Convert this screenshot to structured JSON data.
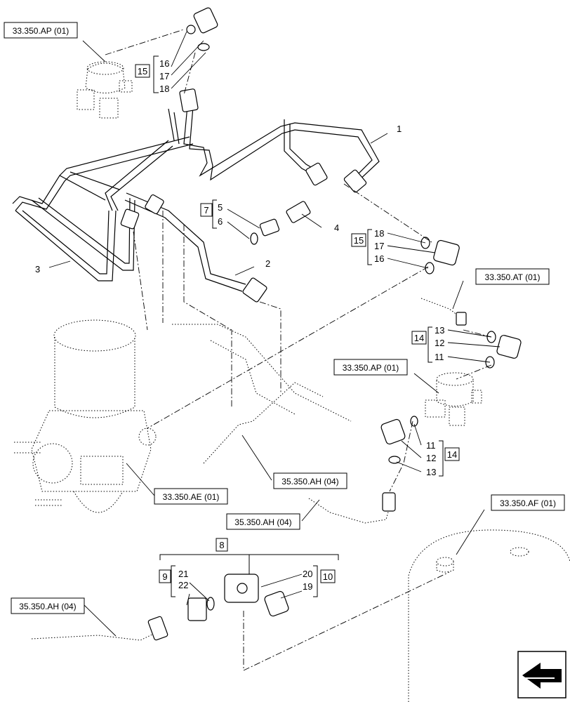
{
  "refs": {
    "ap_top": "33.350.AP (01)",
    "at": "33.350.AT (01)",
    "ap_mid": "33.350.AP (01)",
    "ae": "33.350.AE (01)",
    "ah_a": "35.350.AH (04)",
    "ah_b": "35.350.AH (04)",
    "af": "33.350.AF (01)",
    "ah_c": "35.350.AH (04)"
  },
  "parts": {
    "p1": "1",
    "p2": "2",
    "p3": "3",
    "p4": "4",
    "p5": "5",
    "p6": "6",
    "p7": "7",
    "p8": "8",
    "p9": "9",
    "p10": "10",
    "p11a": "11",
    "p11b": "11",
    "p12a": "12",
    "p12b": "12",
    "p13a": "13",
    "p13b": "13",
    "p14a": "14",
    "p14b": "14",
    "p15a": "15",
    "p15b": "15",
    "p16a": "16",
    "p16b": "16",
    "p17a": "17",
    "p17b": "17",
    "p18a": "18",
    "p18b": "18",
    "p19": "19",
    "p20": "20",
    "p21": "21",
    "p22": "22"
  },
  "icons": [
    "nav-arrow-icon"
  ]
}
